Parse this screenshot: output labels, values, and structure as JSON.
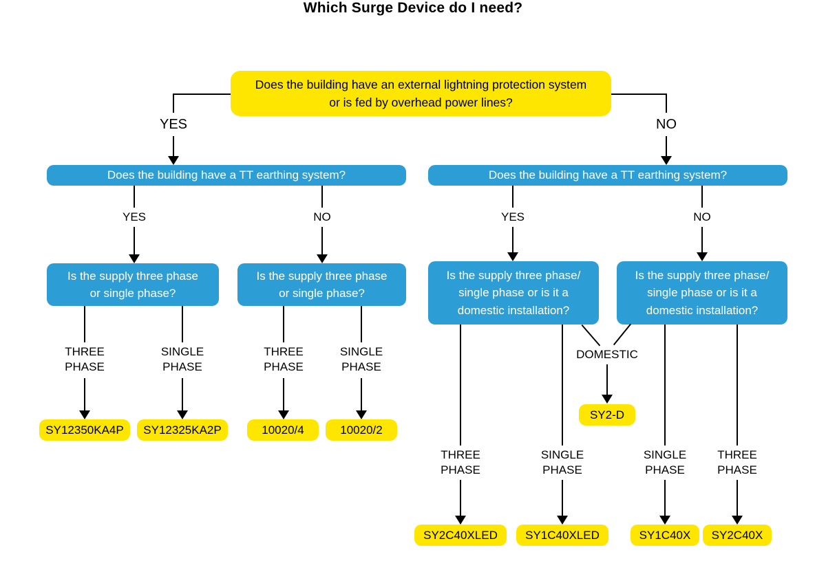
{
  "title": "Which Surge Device do I need?",
  "colors": {
    "yellow": "#FFE600",
    "blue": "#2D9DD5",
    "line": "#000000"
  },
  "root": {
    "question": "Does the building have an external lightning protection system\nor is fed by overhead power lines?",
    "yes_label": "YES",
    "no_label": "NO"
  },
  "left": {
    "tt_question": "Does the building have a TT earthing system?",
    "yes_label": "YES",
    "no_label": "NO",
    "yes_branch": {
      "question": "Is the supply three phase\nor single phase?",
      "three_phase_label": "THREE\nPHASE",
      "single_phase_label": "SINGLE\nPHASE",
      "three_phase_result": "SY12350KA4P",
      "single_phase_result": "SY12325KA2P"
    },
    "no_branch": {
      "question": "Is the supply three phase\nor single phase?",
      "three_phase_label": "THREE\nPHASE",
      "single_phase_label": "SINGLE\nPHASE",
      "three_phase_result": "10020/4",
      "single_phase_result": "10020/2"
    }
  },
  "right": {
    "tt_question": "Does the building have a TT earthing system?",
    "yes_label": "YES",
    "no_label": "NO",
    "yes_branch": {
      "question": "Is the supply three phase/\nsingle phase or is it a\ndomestic installation?",
      "three_phase_label": "THREE\nPHASE",
      "single_phase_label": "SINGLE\nPHASE",
      "three_phase_result": "SY2C40XLED",
      "single_phase_result": "SY1C40XLED"
    },
    "no_branch": {
      "question": "Is the supply three phase/\nsingle phase or is it a\ndomestic installation?",
      "single_phase_label": "SINGLE\nPHASE",
      "three_phase_label": "THREE\nPHASE",
      "single_phase_result": "SY1C40X",
      "three_phase_result": "SY2C40X"
    },
    "domestic": {
      "label": "DOMESTIC",
      "result": "SY2-D"
    }
  }
}
